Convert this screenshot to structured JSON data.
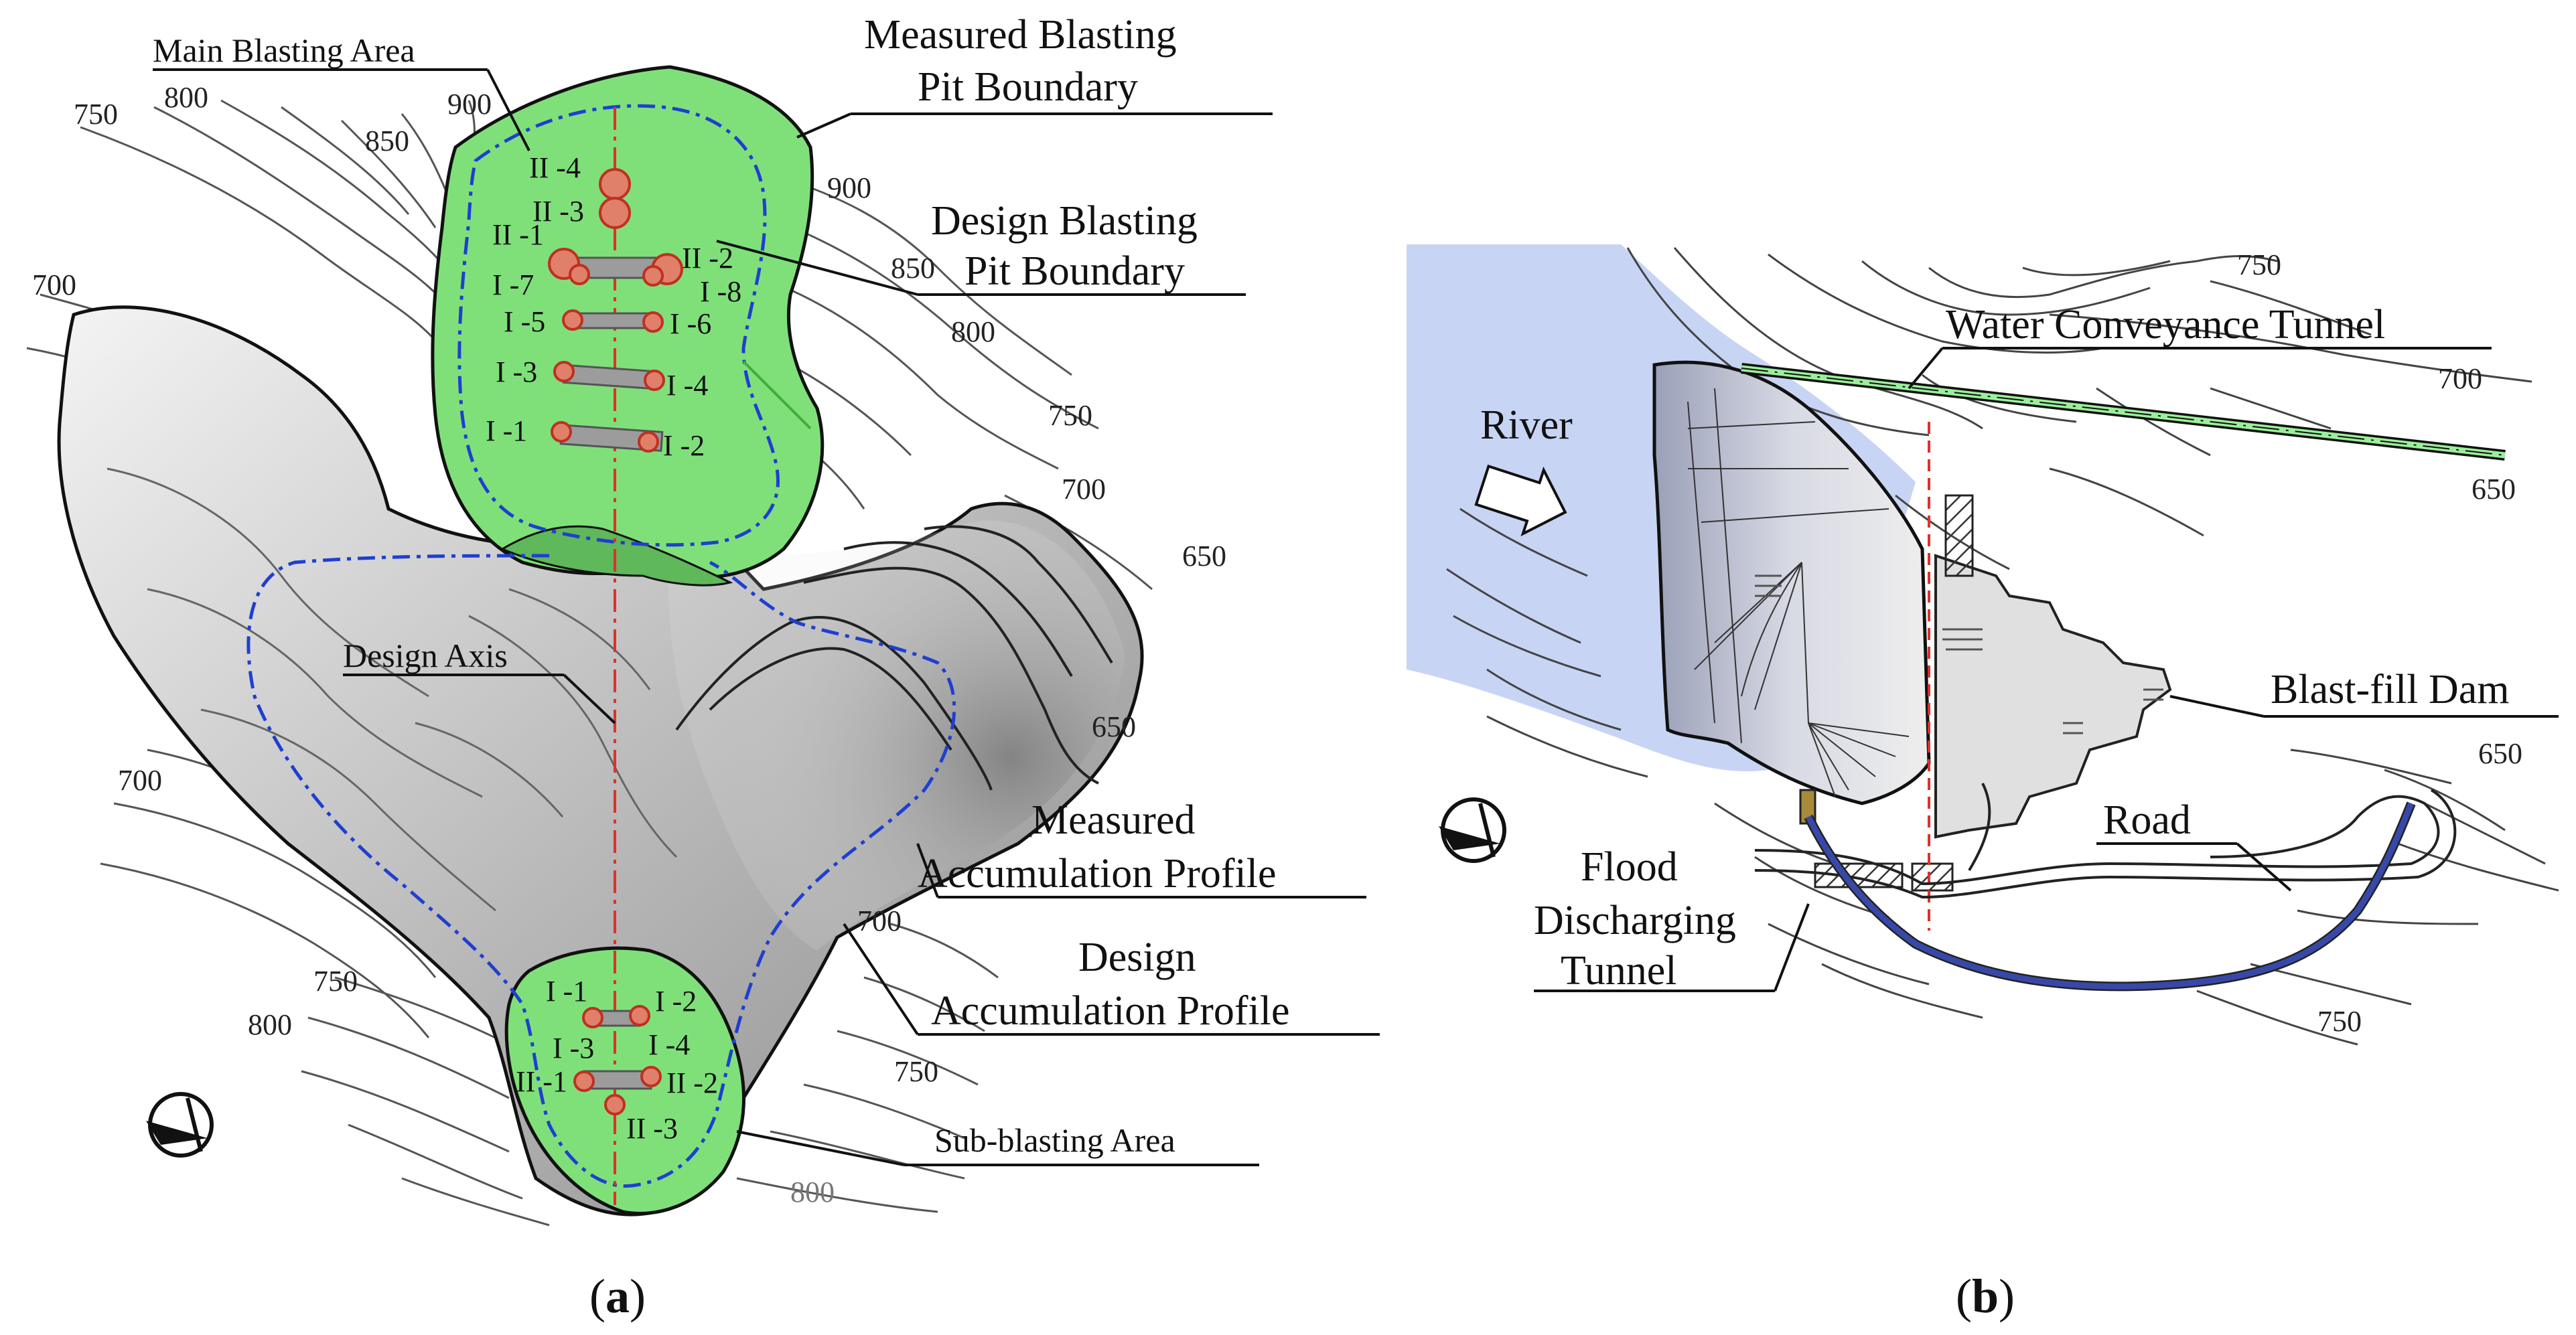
{
  "panel_a": {
    "panel_label_prefix": "(",
    "panel_label_letter": "a",
    "panel_label_suffix": ")",
    "labels": {
      "main_blasting_area": "Main Blasting Area",
      "measured_pit_line1": "Measured Blasting",
      "measured_pit_line2": "Pit Boundary",
      "design_pit_line1": "Design Blasting",
      "design_pit_line2": "Pit Boundary",
      "design_axis": "Design Axis",
      "measured_acc_line1": "Measured",
      "measured_acc_line2": "Accumulation Profile",
      "design_acc_line1": "Design",
      "design_acc_line2": "Accumulation Profile",
      "sub_blasting_area": "Sub-blasting Area"
    },
    "contours": {
      "c750_tl": "750",
      "c800_tl": "800",
      "c850_tl": "850",
      "c900_tl": "900",
      "c900_tr": "900",
      "c850_tr": "850",
      "c800_r": "800",
      "c750_r": "750",
      "c700_r": "700",
      "c650_r": "650",
      "c650_r2": "650",
      "c700_l": "700",
      "c700_l2": "700",
      "c700_b": "700",
      "c750_bl": "750",
      "c800_bl": "800",
      "c750_br": "750",
      "c800_b": "800"
    },
    "main_holes": {
      "II4": "II -4",
      "II3": "II -3",
      "II1": "II -1",
      "II2": "II -2",
      "I7": "I -7",
      "I8": "I -8",
      "I5": "I -5",
      "I6": "I -6",
      "I3": "I -3",
      "I4": "I -4",
      "I1": "I -1",
      "I2": "I -2"
    },
    "sub_holes": {
      "I1": "I -1",
      "I2": "I -2",
      "I3": "I -3",
      "I4": "I -4",
      "II1": "II -1",
      "II2": "II -2",
      "II3": "II -3"
    }
  },
  "panel_b": {
    "panel_label_prefix": "(",
    "panel_label_letter": "b",
    "panel_label_suffix": ")",
    "labels": {
      "water_tunnel": "Water Conveyance Tunnel",
      "river": "River",
      "blast_fill_dam": "Blast-fill Dam",
      "road": "Road",
      "flood_line1": "Flood",
      "flood_line2": "Discharging",
      "flood_line3": "Tunnel"
    },
    "contours": {
      "c750_t": "750",
      "c700_r": "700",
      "c650_r": "650",
      "c650_br": "650",
      "c750_b": "750"
    }
  },
  "colors": {
    "blast_green": "#7fe07a",
    "design_boundary_blue": "#1f3fd0",
    "axis_red": "#e0302a",
    "hole_fill": "#e0806a",
    "river_blue": "#c8d4f4",
    "tunnel_blue": "#3848a8"
  }
}
